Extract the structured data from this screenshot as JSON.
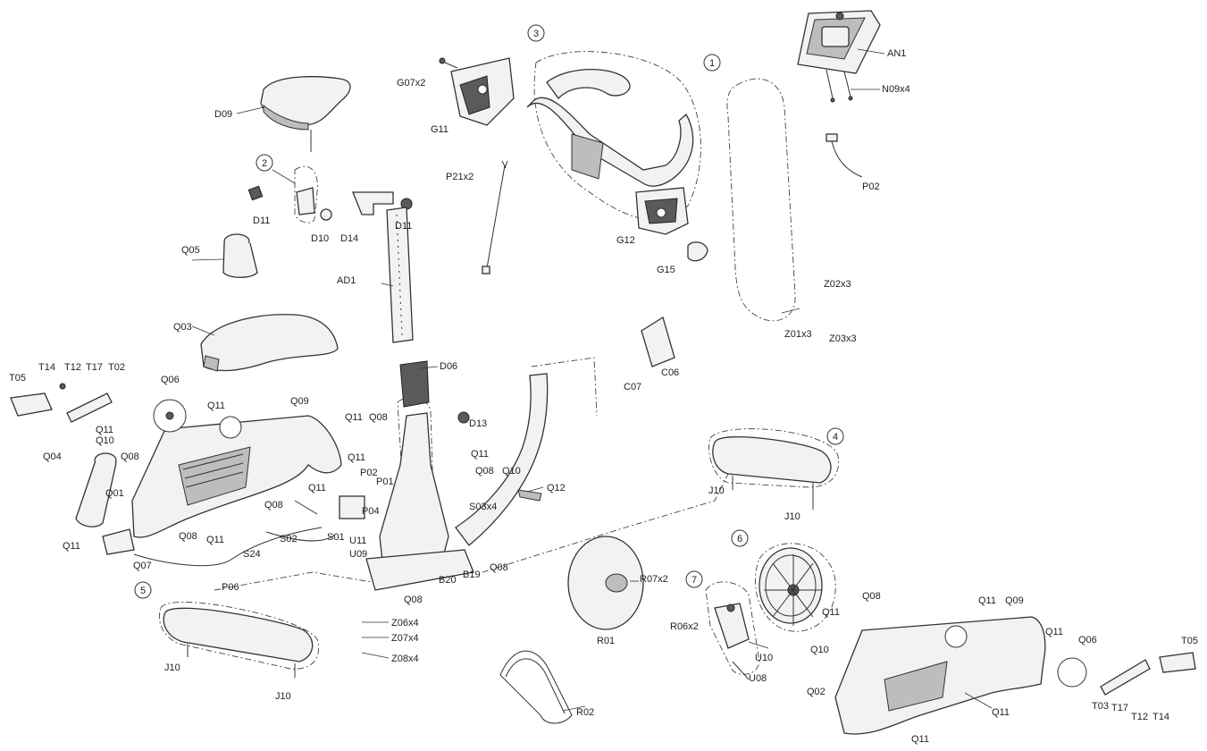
{
  "diagram": {
    "callouts": {
      "c1": "1",
      "c2": "2",
      "c3": "3",
      "c4": "4",
      "c5": "5",
      "c6": "6",
      "c7": "7"
    },
    "labels": {
      "AN1": "AN1",
      "N09x4": "N09x4",
      "P02a": "P02",
      "G07x2": "G07x2",
      "G11": "G11",
      "G12": "G12",
      "G15": "G15",
      "D09": "D09",
      "D11a": "D11",
      "D10": "D10",
      "D14": "D14",
      "D11b": "D11",
      "P21x2": "P21x2",
      "Q05": "Q05",
      "AD1": "AD1",
      "Q03": "Q03",
      "Z02x3": "Z02x3",
      "Z01x3": "Z01x3",
      "Z03x3": "Z03x3",
      "C07": "C07",
      "C06": "C06",
      "T14a": "T14",
      "T12a": "T12",
      "T17a": "T17",
      "T02": "T02",
      "T05a": "T05",
      "Q06a": "Q06",
      "Q11a": "Q11",
      "Q09a": "Q09",
      "Q11b": "Q11",
      "Q10a": "Q10",
      "Q08a": "Q08",
      "Q04": "Q04",
      "Q01": "Q01",
      "D06": "D06",
      "Q11c": "Q11",
      "Q08b": "Q08",
      "D13": "D13",
      "Q11d": "Q11",
      "Q11e": "Q11",
      "Q08c": "Q08",
      "Q10b": "Q10",
      "P02b": "P02",
      "P01": "P01",
      "Q11f": "Q11",
      "Q12": "Q12",
      "P04": "P04",
      "Q08d": "Q08",
      "S03x4": "S03x4",
      "Q08e": "Q08",
      "Q11g": "Q11",
      "S02": "S02",
      "S01": "S01",
      "U11": "U11",
      "U09": "U09",
      "Q11h": "Q11",
      "Q07": "Q07",
      "S24": "S24",
      "P06": "P06",
      "Q08f": "Q08",
      "B20": "B20",
      "B19": "B19",
      "Q08g": "Q08",
      "J10a": "J10",
      "J10b": "J10",
      "J10c": "J10",
      "J10d": "J10",
      "Z06x4": "Z06x4",
      "Z07x4": "Z07x4",
      "Z08x4": "Z08x4",
      "R01": "R01",
      "R07x2": "R07x2",
      "R06x2": "R06x2",
      "R02": "R02",
      "U10": "U10",
      "U08": "U08",
      "Q08h": "Q08",
      "Q11i": "Q11",
      "Q10c": "Q10",
      "Q11j": "Q11",
      "Q09b": "Q09",
      "Q11k": "Q11",
      "Q06b": "Q06",
      "T05b": "T05",
      "Q02": "Q02",
      "T03": "T03",
      "T17b": "T17",
      "T12b": "T12",
      "T14b": "T14",
      "Q11l": "Q11",
      "Q11m": "Q11"
    }
  }
}
